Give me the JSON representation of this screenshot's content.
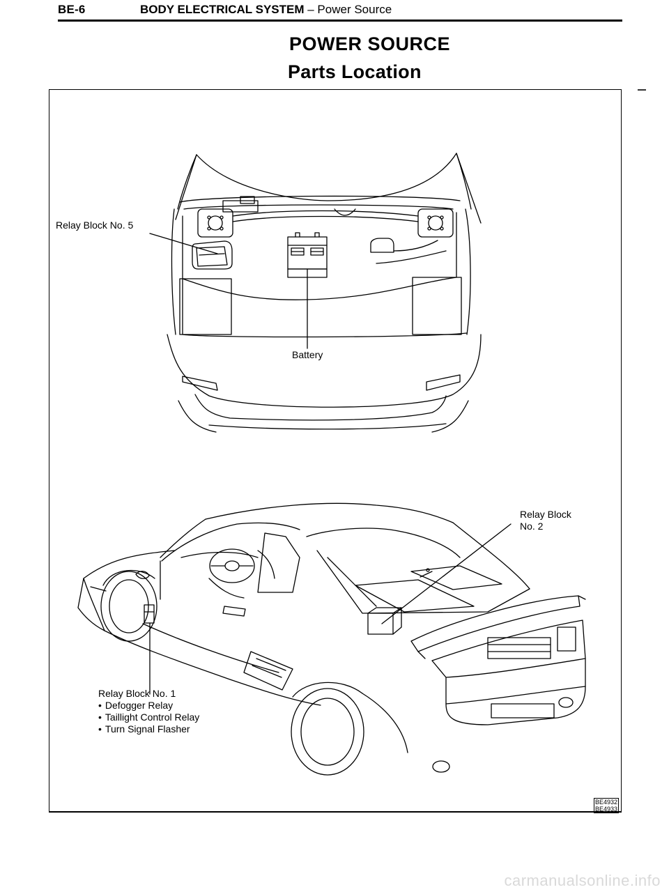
{
  "header": {
    "page_code": "BE-6",
    "section_bold": "BODY ELECTRICAL SYSTEM",
    "section_separator": " – ",
    "section_normal": "Power Source"
  },
  "titles": {
    "main": "POWER SOURCE",
    "sub": "Parts Location"
  },
  "callouts": {
    "relay_block_5": "Relay Block No. 5",
    "battery": "Battery",
    "relay_block_2_line1": "Relay Block",
    "relay_block_2_line2": "No. 2",
    "relay_block_1": "Relay Block No. 1",
    "relay_block_1_items": [
      "Defogger Relay",
      "Taillight Control Relay",
      "Turn Signal Flasher"
    ]
  },
  "figure_codes": [
    "BE4932",
    "BE4933"
  ],
  "watermark": "carmanualsonline.info"
}
